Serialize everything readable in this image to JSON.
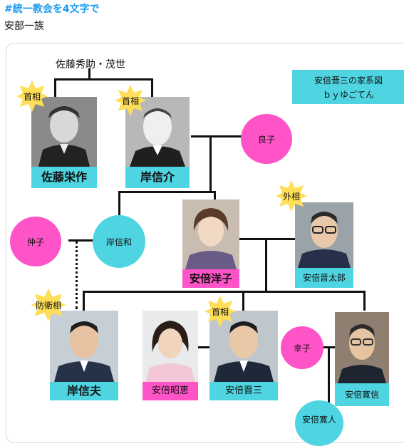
{
  "tweet": {
    "hashtag": "#統一教会を4文字で",
    "text": "安部一族"
  },
  "diagram": {
    "grandparents": "佐藤秀助・茂世",
    "credit_line1": "安倍晋三の家系図",
    "credit_line2": "ｂｙゆごてん",
    "people": {
      "sato_eisaku": "佐藤栄作",
      "kishi_nobusuke": "岸信介",
      "yoshiko": "良子",
      "kishi_nobukazu": "岸信和",
      "nakako": "仲子",
      "abe_yoko": "安倍洋子",
      "abe_shintaro": "安倍晋太郎",
      "kishi_nobuo": "岸信夫",
      "abe_akie": "安倍昭恵",
      "abe_shinzo": "安倍晋三",
      "sachiko": "幸子",
      "abe_hironobu": "安倍寛信",
      "abe_hiroto": "安倍寛人"
    },
    "badges": {
      "pm1": "首相",
      "pm2": "首相",
      "foreign": "外相",
      "defense": "防衛相",
      "pm3": "首相"
    },
    "colors": {
      "cyan": "#4fd5e2",
      "pink": "#ff54c8",
      "star": "#ffdf57",
      "link": "#1d9bf0"
    }
  }
}
